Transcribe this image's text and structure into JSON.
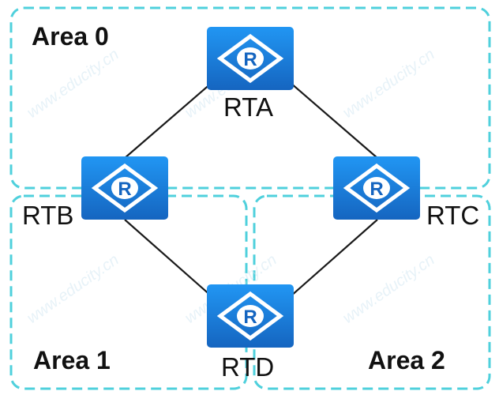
{
  "areas": [
    {
      "id": "area0",
      "label": "Area 0"
    },
    {
      "id": "area1",
      "label": "Area 1"
    },
    {
      "id": "area2",
      "label": "Area 2"
    }
  ],
  "routers": [
    {
      "id": "rta",
      "label": "RTA",
      "icon": "router-icon",
      "icon_letter": "R"
    },
    {
      "id": "rtb",
      "label": "RTB",
      "icon": "router-icon",
      "icon_letter": "R"
    },
    {
      "id": "rtc",
      "label": "RTC",
      "icon": "router-icon",
      "icon_letter": "R"
    },
    {
      "id": "rtd",
      "label": "RTD",
      "icon": "router-icon",
      "icon_letter": "R"
    }
  ],
  "links": [
    {
      "from": "RTA",
      "to": "RTB"
    },
    {
      "from": "RTA",
      "to": "RTC"
    },
    {
      "from": "RTB",
      "to": "RTD"
    },
    {
      "from": "RTC",
      "to": "RTD"
    }
  ],
  "watermark": "www.educity.cn",
  "colors": {
    "router_fill": "#1e88e5",
    "router_fill_dark": "#1565c0",
    "area_border": "#4fd0dc",
    "link": "#1a1a1a",
    "text": "#111111"
  }
}
